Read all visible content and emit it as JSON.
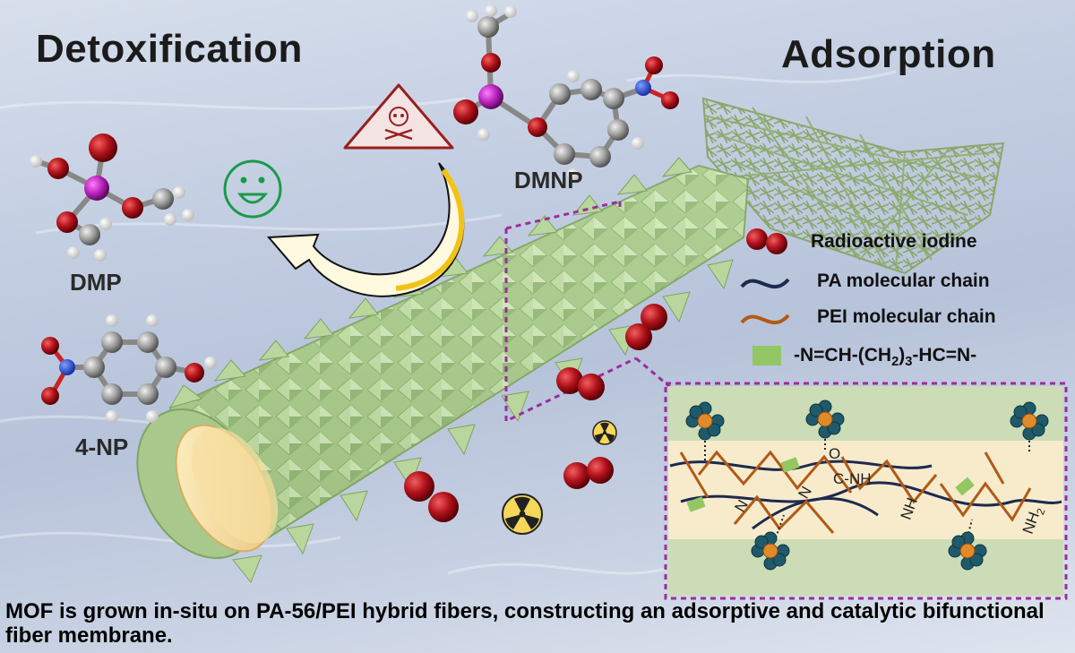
{
  "titles": {
    "left": "Detoxification",
    "right": "Adsorption"
  },
  "molecules": {
    "dmp": "DMP",
    "dmnp": "DMNP",
    "np4": "4-NP"
  },
  "legend": {
    "iodine": "Radioactive iodine",
    "pa": "PA molecular chain",
    "pei": "PEI molecular chain",
    "linker_pre": "-N=CH-(CH",
    "linker_sub": "2",
    "linker_post": ")",
    "linker_sub2": "3",
    "linker_end": "-HC=N-"
  },
  "inset": {
    "o": "O",
    "cnh": "C-NH",
    "n1": "N",
    "n2": "N",
    "nh": "NH",
    "nh2": "NH",
    "nh2_sub": "2"
  },
  "caption": "MOF is grown in-situ on PA-56/PEI hybrid fibers, constructing an adsorptive and catalytic bifunctional fiber membrane.",
  "colors": {
    "mof": "#a9c98c",
    "fiber_core": "#f6dea0",
    "iodine": "#b3121b",
    "pa_chain": "#1d2a4f",
    "pei_chain": "#b05a16",
    "linker": "#92c764",
    "dashed_frame": "#9b2d9b",
    "smile": "#1a9a4a",
    "hazard": "#9a1e1e",
    "arrow": "#f2c316"
  }
}
